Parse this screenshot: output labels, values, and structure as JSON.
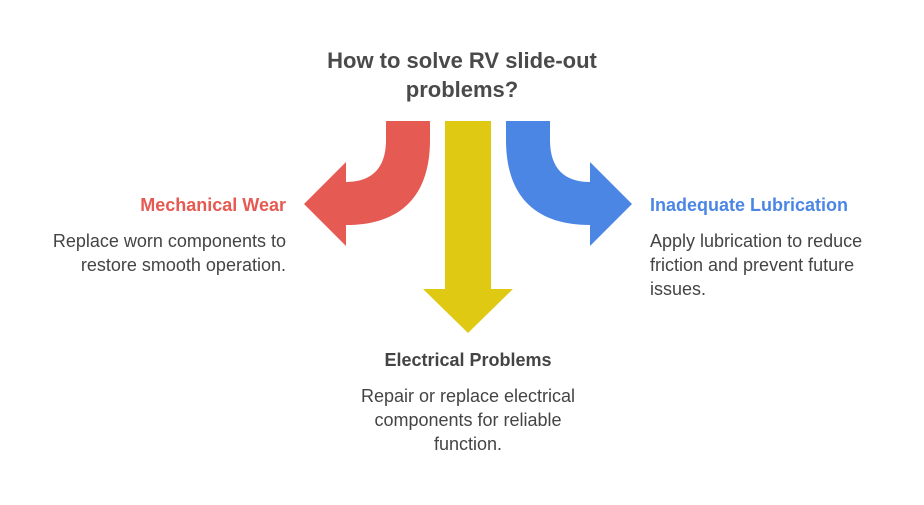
{
  "title": "How to solve RV slide-out\nproblems?",
  "colors": {
    "red": "#E55A52",
    "yellow": "#DFC913",
    "blue": "#4C86E4",
    "title_text": "#4a4a4a",
    "body_text": "#444444"
  },
  "branches": [
    {
      "id": "mechanical",
      "heading": "Mechanical Wear",
      "description": "Replace worn components to\nrestore smooth operation.",
      "color": "#E55A52",
      "direction": "left"
    },
    {
      "id": "electrical",
      "heading": "Electrical Problems",
      "description": "Repair or replace electrical\ncomponents for reliable\nfunction.",
      "color": "#DFC913",
      "direction": "down"
    },
    {
      "id": "lubrication",
      "heading": "Inadequate Lubrication",
      "description": "Apply lubrication to reduce\nfriction and prevent future\nissues.",
      "color": "#4C86E4",
      "direction": "right"
    }
  ]
}
